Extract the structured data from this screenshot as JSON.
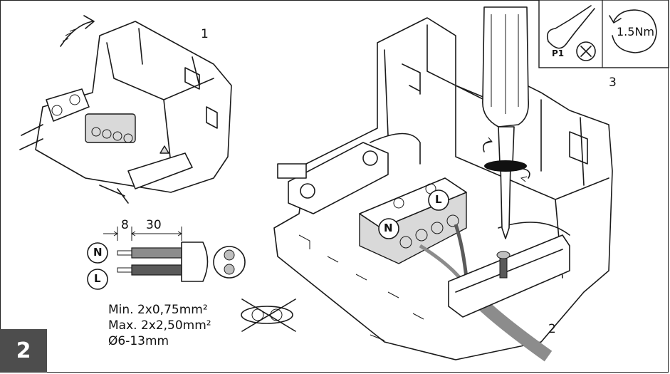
{
  "step_badge": "2",
  "labels": {
    "sub_step_1": "1",
    "sub_step_2": "2",
    "sub_step_3": "3",
    "strip_len_a": "8",
    "strip_len_b": "30",
    "terminal_n": "N",
    "terminal_l": "L",
    "wire_n": "N",
    "wire_l": "L"
  },
  "tool_panel": {
    "bit": "P1",
    "torque": "1.5Nm"
  },
  "cable_spec": {
    "min": "Min. 2x0,75mm²",
    "max": "Max. 2x2,50mm²",
    "diameter": "Ø6-13mm"
  },
  "colors": {
    "badge": "#4d4d4d",
    "wire_grey": "#8c8c8c",
    "wire_dark": "#5a5a5a",
    "line": "#1a1a1a"
  }
}
